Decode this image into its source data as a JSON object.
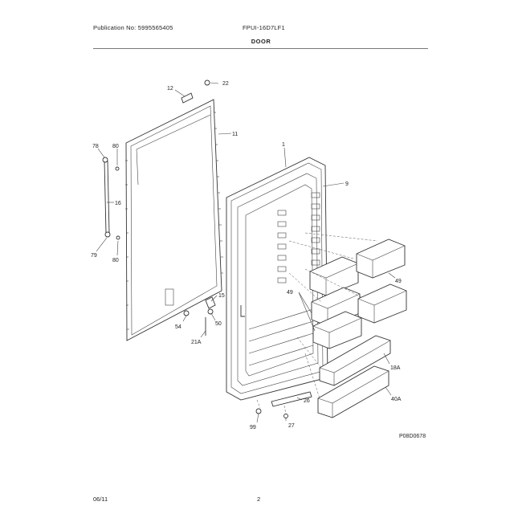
{
  "header": {
    "publication": "Publication No: 5995565405",
    "model": "FPUI-16D7LF1",
    "section_title": "DOOR"
  },
  "footer": {
    "date": "06/11",
    "page": "2"
  },
  "diagram_code": "P08D0678",
  "callouts": [
    "12",
    "22",
    "11",
    "78",
    "80",
    "16",
    "79",
    "80",
    "1",
    "9",
    "49",
    "49",
    "15",
    "54",
    "50",
    "21A",
    "18A",
    "26",
    "27",
    "99",
    "40A"
  ]
}
